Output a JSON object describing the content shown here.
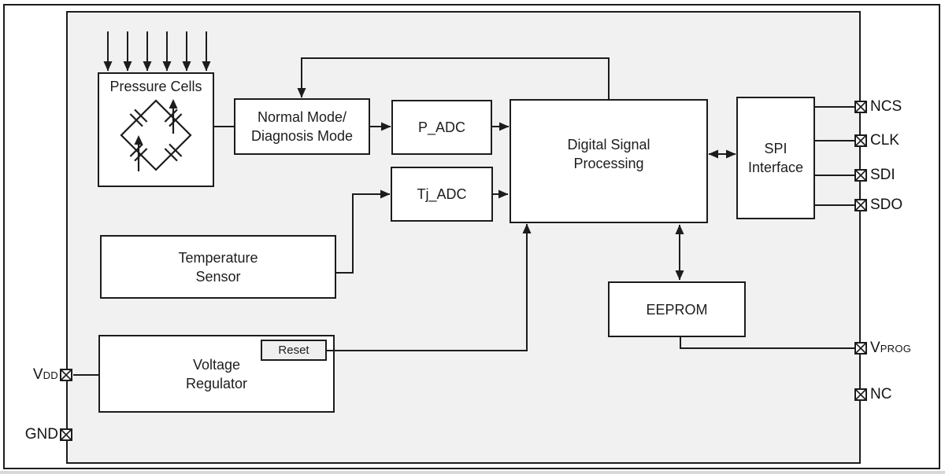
{
  "diagram": {
    "blocks": {
      "pressure_cells": {
        "label": "Pressure Cells"
      },
      "normal_mode": {
        "line1": "Normal Mode/",
        "line2": "Diagnosis Mode"
      },
      "p_adc": {
        "label": "P_ADC"
      },
      "tj_adc": {
        "label": "Tj_ADC"
      },
      "dsp": {
        "line1": "Digital Signal",
        "line2": "Processing"
      },
      "spi": {
        "line1": "SPI",
        "line2": "Interface"
      },
      "temp_sensor": {
        "line1": "Temperature",
        "line2": "Sensor"
      },
      "eeprom": {
        "label": "EEPROM"
      },
      "vreg": {
        "line1": "Voltage",
        "line2": "Regulator"
      },
      "reset": {
        "label": "Reset"
      }
    },
    "pins": {
      "right": [
        {
          "label": "NCS"
        },
        {
          "label": "CLK"
        },
        {
          "label": "SDI"
        },
        {
          "label": "SDO"
        },
        {
          "base": "V",
          "sub": "PROG"
        },
        {
          "label": "NC"
        }
      ],
      "left": [
        {
          "base": "V",
          "sub": "DD"
        },
        {
          "label": "GND"
        }
      ]
    },
    "colors": {
      "background": "#ffffff",
      "chip_fill": "#f1f1f1",
      "block_fill": "#ffffff",
      "reset_fill": "#efefef",
      "line": "#1a1a1a"
    }
  }
}
